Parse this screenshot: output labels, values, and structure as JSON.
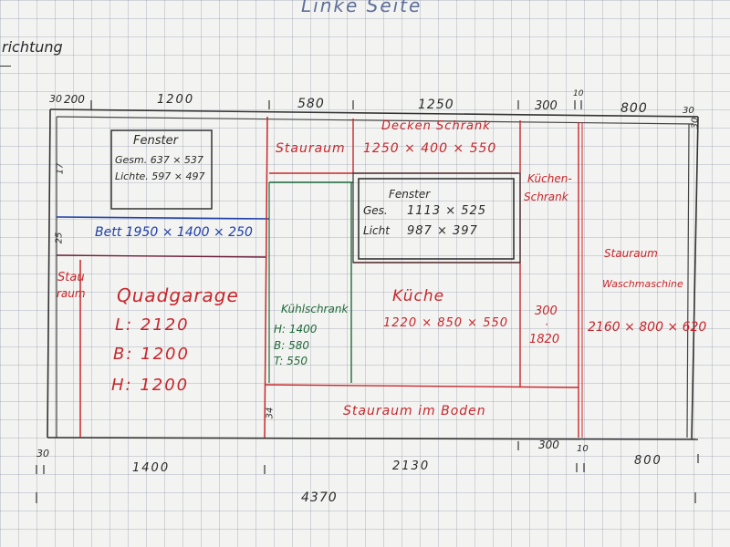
{
  "page_title": "Linke Seite",
  "corner_label": "richtung",
  "dimensions_top": {
    "d30": "30",
    "d200": "200",
    "d1200": "1200",
    "d580": "580",
    "d1250": "1250",
    "d300": "300",
    "d10": "10",
    "d800": "800",
    "d30_right": "30"
  },
  "dimensions_bottom": {
    "d30": "30",
    "d1400": "1400",
    "d2130": "2130",
    "d300": "300",
    "d10": "10",
    "d800": "800",
    "total": "4370"
  },
  "side_marks": {
    "m1": "17",
    "m25": "25",
    "m34": "34"
  },
  "window_left": {
    "title": "Fenster",
    "gesamt": "Gesm. 637 × 537",
    "licht": "Lichte. 597 × 497"
  },
  "bed": {
    "label": "Bett 1950 × 1400 × 250"
  },
  "stauraum_left": {
    "line1": "Stau",
    "line2": "raum"
  },
  "quadgarage": {
    "title": "Quadgarage",
    "l": "L: 2120",
    "b": "B: 1200",
    "h": "H: 1200"
  },
  "stauraum_top": {
    "label": "Stauraum"
  },
  "deckenschrank": {
    "title": "Decken Schrank",
    "dims": "1250 × 400 × 550"
  },
  "window_right": {
    "title": "Fenster",
    "ges_label": "Ges.",
    "ges_val": "1113 × 525",
    "licht_label": "Licht",
    "licht_val": "987 × 397"
  },
  "kuehlschrank": {
    "title": "Kühlschrank",
    "h": "H: 1400",
    "b": "B: 580",
    "t": "T: 550"
  },
  "kueche": {
    "title": "Küche",
    "dims": "1220 × 850 × 550"
  },
  "kuechenschrank": {
    "line1": "Küchen-",
    "line2": "Schrank"
  },
  "kuechenschrank_dims": {
    "w": "300",
    "sep": "·",
    "h": "1820"
  },
  "stauraum_wasch": {
    "line1": "Stauraum",
    "line2": "Waschmaschine",
    "dims": "2160 × 800 × 620"
  },
  "stauraum_boden": {
    "label": "Stauraum im Boden"
  },
  "colors": {
    "pencil": "#2a2a2a",
    "red": "#c8262b",
    "green": "#1f6b3a",
    "blue": "#1d3fa8"
  }
}
